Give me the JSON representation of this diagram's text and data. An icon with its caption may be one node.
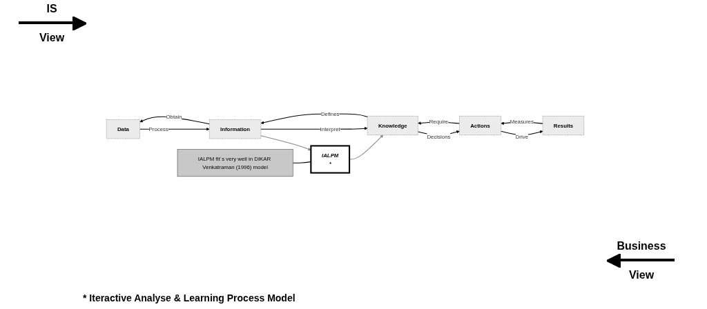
{
  "diagram": {
    "nodes": [
      {
        "text": [
          "Data"
        ]
      },
      {
        "text": [
          "Information"
        ]
      },
      {
        "text": [
          "IALPM",
          "*"
        ]
      },
      {
        "text": [
          "Knowledge"
        ]
      },
      {
        "text": [
          "Actions"
        ]
      },
      {
        "text": [
          "Results"
        ]
      },
      {
        "text": [
          "IALPM fit´s very well in DIKAR Venkatraman (1996) model"
        ]
      }
    ],
    "edges": [
      {
        "from": 0,
        "to": 1,
        "arrow": "to",
        "label": "Process"
      },
      {
        "from": 1,
        "to": 0,
        "arrow": "to",
        "label": "Obtain"
      },
      {
        "from": 1,
        "to": 2,
        "arrow": "to",
        "color": "#888888"
      },
      {
        "from": 2,
        "to": 3,
        "arrow": "to",
        "color": "#888888"
      },
      {
        "from": 1,
        "to": 3,
        "arrow": "to",
        "label": "Interpret"
      },
      {
        "from": 3,
        "to": 1,
        "arrow": "to",
        "label": "Defines"
      },
      {
        "from": 3,
        "to": 4,
        "arrow": "to",
        "label": "Decisions"
      },
      {
        "from": 4,
        "to": 3,
        "arrow": "to",
        "label": "Require"
      },
      {
        "from": 4,
        "to": 5,
        "arrow": "to",
        "label": "Drive"
      },
      {
        "from": 5,
        "to": 4,
        "arrow": "to",
        "label": "Measures"
      },
      {
        "from": 6,
        "to": 2,
        "arrow": "none"
      }
    ],
    "labels": [
      "IS",
      "View",
      "Business",
      "View",
      "* Iteractive Analyse & Learning Process Model"
    ]
  }
}
